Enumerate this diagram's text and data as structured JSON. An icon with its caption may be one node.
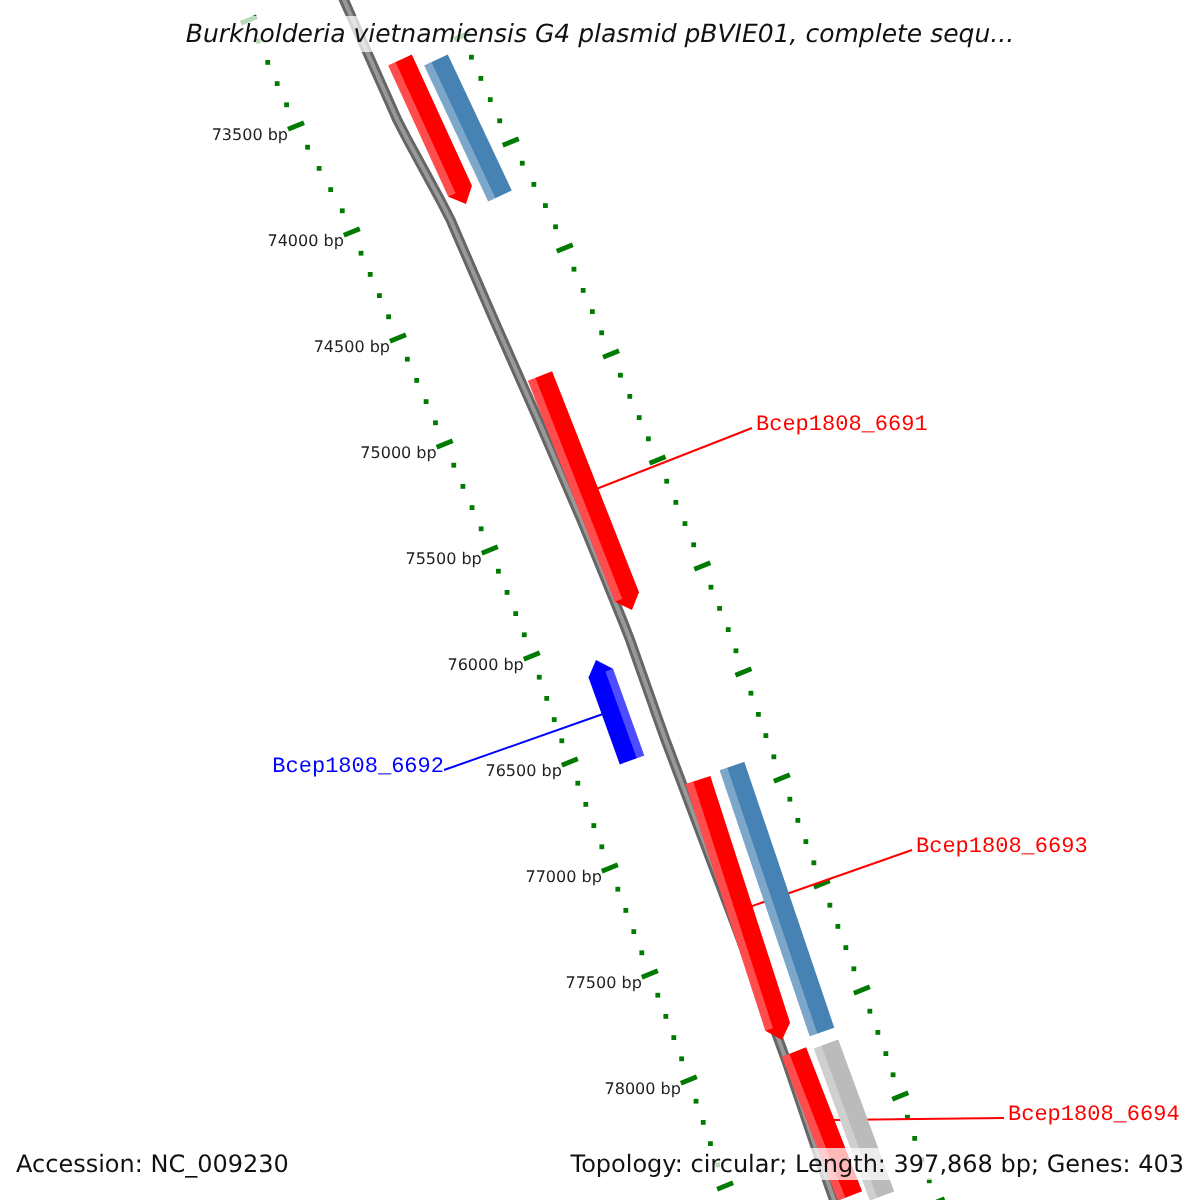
{
  "diagram": {
    "title": "Burkholderia vietnamiensis G4 plasmid pBVIE01, complete sequ...",
    "nodes": [
      {
        "text": [],
        "shape": "bar"
      },
      {
        "text": [],
        "shape": "bar"
      },
      {
        "text": [
          "Bcep1808_6691"
        ]
      },
      {
        "text": [],
        "shape": "bar"
      },
      {
        "text": [],
        "shape": "bar"
      },
      {
        "text": [
          "Bcep1808_6692"
        ]
      },
      {
        "text": [
          "Bcep1808_6693"
        ]
      },
      {
        "text": [],
        "shape": "bar"
      },
      {
        "text": [],
        "shape": "bar"
      },
      {
        "text": [
          "Bcep1808_6694"
        ]
      },
      {
        "text": [],
        "shape": "bar"
      },
      {
        "text": [],
        "shape": "bar"
      }
    ],
    "edges": [
      {
        "from": 2,
        "to": 3,
        "arrow": "none"
      },
      {
        "from": 5,
        "to": 4,
        "arrow": "none",
        "color": "#0000ff"
      },
      {
        "from": 6,
        "to": 7,
        "arrow": "none"
      },
      {
        "from": 9,
        "to": 10,
        "arrow": "none"
      }
    ],
    "labels": [
      "73500 bp",
      "74000 bp",
      "74500 bp",
      "75000 bp",
      "75500 bp",
      "76000 bp",
      "76500 bp",
      "77000 bp",
      "77500 bp",
      "78000 bp",
      "Accession: NC_009230",
      "Topology: circular; Length: 397,868 bp; Genes: 403"
    ]
  }
}
